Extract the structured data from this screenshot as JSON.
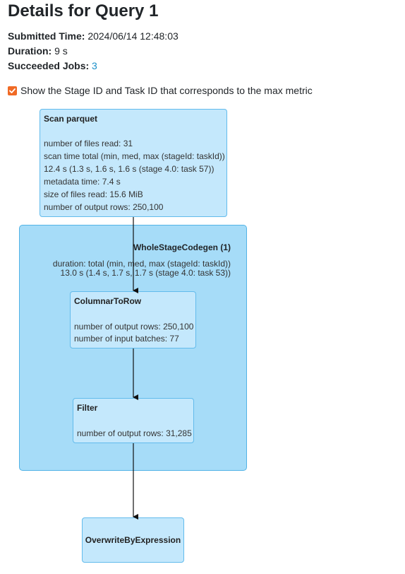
{
  "header": {
    "title": "Details for Query 1"
  },
  "summary": {
    "submitted_label": "Submitted Time:",
    "submitted_value": "2024/06/14 12:48:03",
    "duration_label": "Duration:",
    "duration_value": "9 s",
    "jobs_label": "Succeeded Jobs:",
    "jobs_value": "3"
  },
  "options": {
    "show_stage_label": "Show the Stage ID and Task ID that corresponds to the max metric",
    "show_stage_checked": true
  },
  "plan": {
    "scan": {
      "title": "Scan parquet",
      "metrics": [
        "number of files read: 31",
        "scan time total (min, med, max (stageId: taskId))",
        "12.4 s (1.3 s, 1.6 s, 1.6 s (stage 4.0: task 57))",
        "metadata time: 7.4 s",
        "size of files read: 15.6 MiB",
        "number of output rows: 250,100"
      ]
    },
    "codegen": {
      "title": "WholeStageCodegen (1)",
      "metrics": [
        "duration: total (min, med, max (stageId: taskId))",
        "13.0 s (1.4 s, 1.7 s, 1.7 s (stage 4.0: task 53))"
      ]
    },
    "columnar": {
      "title": "ColumnarToRow",
      "metrics": [
        "number of output rows: 250,100",
        "number of input batches: 77"
      ]
    },
    "filter": {
      "title": "Filter",
      "metrics": [
        "number of output rows: 31,285"
      ]
    },
    "overwrite": {
      "title": "OverwriteByExpression"
    }
  },
  "colors": {
    "accent": "#f06a25",
    "link": "#1a8fc9",
    "cluster_fill": "#a6dcf8",
    "node_fill": "#c4e8fc",
    "node_border": "#62bbec"
  }
}
